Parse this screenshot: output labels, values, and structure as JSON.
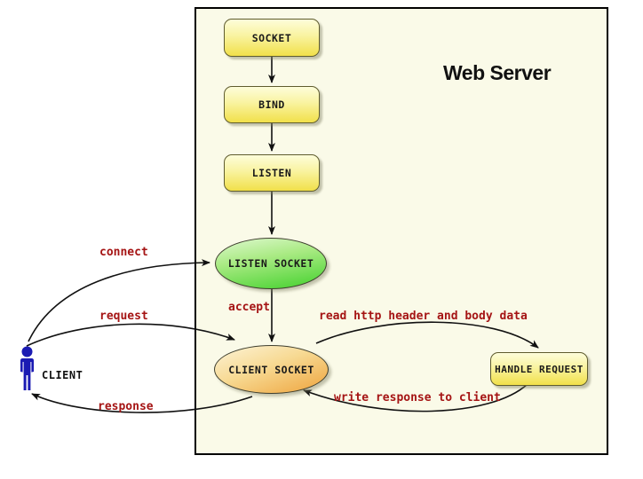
{
  "diagram": {
    "title": "Web Server",
    "nodes": {
      "socket": {
        "label": "SOCKET"
      },
      "bind": {
        "label": "BIND"
      },
      "listen": {
        "label": "LISTEN"
      },
      "listen_socket": {
        "label": "LISTEN SOCKET"
      },
      "client_socket": {
        "label": "CLIENT SOCKET"
      },
      "handle_request": {
        "label": "HANDLE REQUEST"
      }
    },
    "actor": {
      "label": "CLIENT"
    },
    "edge_labels": {
      "connect": "connect",
      "request": "request",
      "response": "response",
      "accept": "accept",
      "read": "read http header and body data",
      "write": "write response to client"
    },
    "colors": {
      "edge_label_red": "#a51414",
      "server_box_fill": "#fafae8",
      "server_box_border": "#000000",
      "node_yellow_top": "#fdfdda",
      "node_yellow_bottom": "#f1e04a",
      "ellipse_green_top": "#def8cf",
      "ellipse_green_bottom": "#43d12d",
      "ellipse_orange_top": "#fcf3d7",
      "ellipse_orange_bottom": "#eea33c",
      "actor_blue": "#1b1bb3",
      "arrow_black": "#111111"
    }
  }
}
